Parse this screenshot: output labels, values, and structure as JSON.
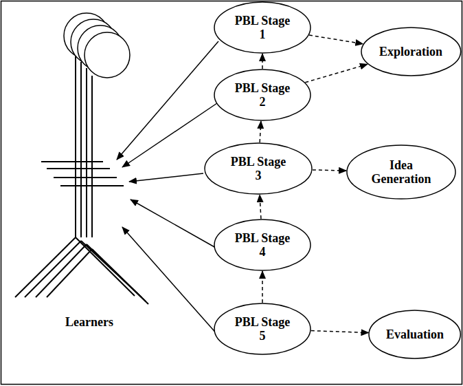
{
  "diagram": {
    "nodes": [
      {
        "text": [
          "PBL Stage 1"
        ]
      },
      {
        "text": [
          "PBL Stage 2"
        ]
      },
      {
        "text": [
          "PBL Stage 3"
        ]
      },
      {
        "text": [
          "PBL Stage 4"
        ]
      },
      {
        "text": [
          "PBL Stage 5"
        ]
      },
      {
        "text": [
          "Exploration"
        ]
      },
      {
        "text": [
          "Idea Generation"
        ]
      },
      {
        "text": [
          "Evaluation"
        ]
      }
    ],
    "edges": [
      {
        "from": 1,
        "to": 0,
        "arrow": "to"
      },
      {
        "from": 2,
        "to": 1,
        "arrow": "to"
      },
      {
        "from": 3,
        "to": 2,
        "arrow": "to"
      },
      {
        "from": 4,
        "to": 3,
        "arrow": "to"
      },
      {
        "from": 0,
        "to": 5,
        "arrow": "to"
      },
      {
        "from": 1,
        "to": 5,
        "arrow": "to"
      },
      {
        "from": 2,
        "to": 6,
        "arrow": "to"
      },
      {
        "from": 4,
        "to": 7,
        "arrow": "to"
      }
    ],
    "labels": [
      "Learners"
    ]
  }
}
